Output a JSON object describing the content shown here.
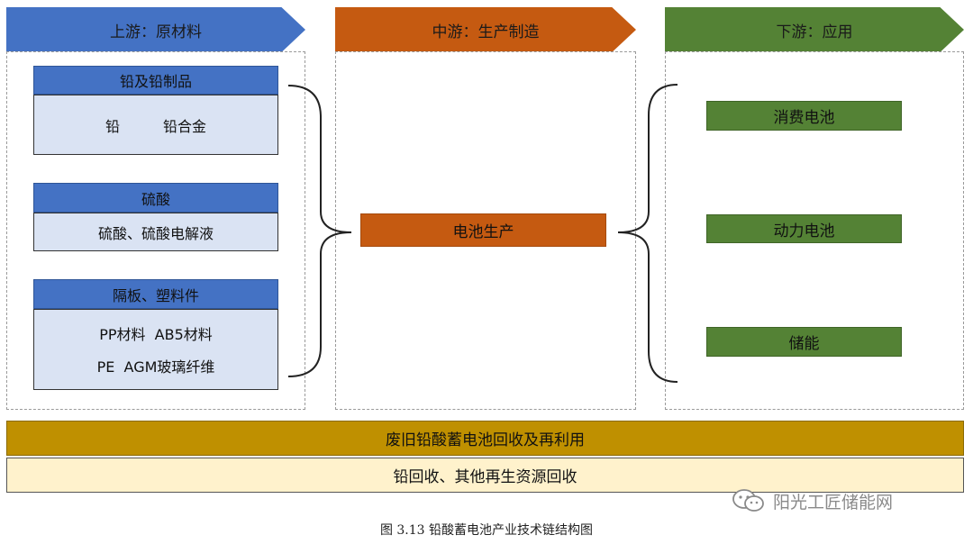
{
  "stages": {
    "upstream": "上游：原材料",
    "midstream": "中游：生产制造",
    "downstream": "下游：应用"
  },
  "upstream": {
    "lead": {
      "header": "铅及铅制品",
      "items": [
        "铅",
        "铅合金"
      ]
    },
    "acid": {
      "header": "硫酸",
      "body": "硫酸、硫酸电解液"
    },
    "separator": {
      "header": "隔板、塑料件",
      "line1": "PP材料  AB5材料",
      "line2": "PE  AGM玻璃纤维"
    }
  },
  "midstream": {
    "process": "电池生产"
  },
  "downstream": {
    "apps": [
      "消费电池",
      "动力电池",
      "储能"
    ]
  },
  "recycle": {
    "title": "废旧铅酸蓄电池回收及再利用",
    "detail": "铅回收、其他再生资源回收"
  },
  "watermark": "阳光工匠储能网",
  "caption": "图 3.13 铅酸蓄电池产业技术链结构图",
  "colors": {
    "upstream": "#4472c4",
    "midstream": "#c55a11",
    "downstream": "#548235",
    "recycle": "#bf9000",
    "recycle_detail": "#fff2cc",
    "light_blue": "#dae3f3"
  }
}
